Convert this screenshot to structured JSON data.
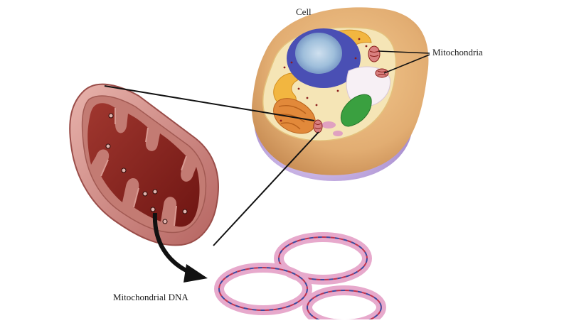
{
  "labels": {
    "cell": "Cell",
    "mitochondria": "Mitochondria",
    "mitochondrial_dna": "Mitochondrial DNA"
  },
  "colors": {
    "cell_membrane": "#e3b57a",
    "cell_shadow": "#b7a0d8",
    "cytoplasm": "#f6e6b8",
    "nucleus_outer": "#4b4fb5",
    "nucleus_inner": "#a9c7e0",
    "golgi": "#f0b542",
    "rough_er": "#e08a3a",
    "chloroplast_like": "#39a33f",
    "mitochondrion_outer": "#c97f7c",
    "mitochondrion_inner": "#8a1f1a",
    "dna_ring": "#e7a9cc",
    "dna_strand_a": "#3b4a9e",
    "dna_strand_b": "#c0334f",
    "lines": "#111111"
  }
}
